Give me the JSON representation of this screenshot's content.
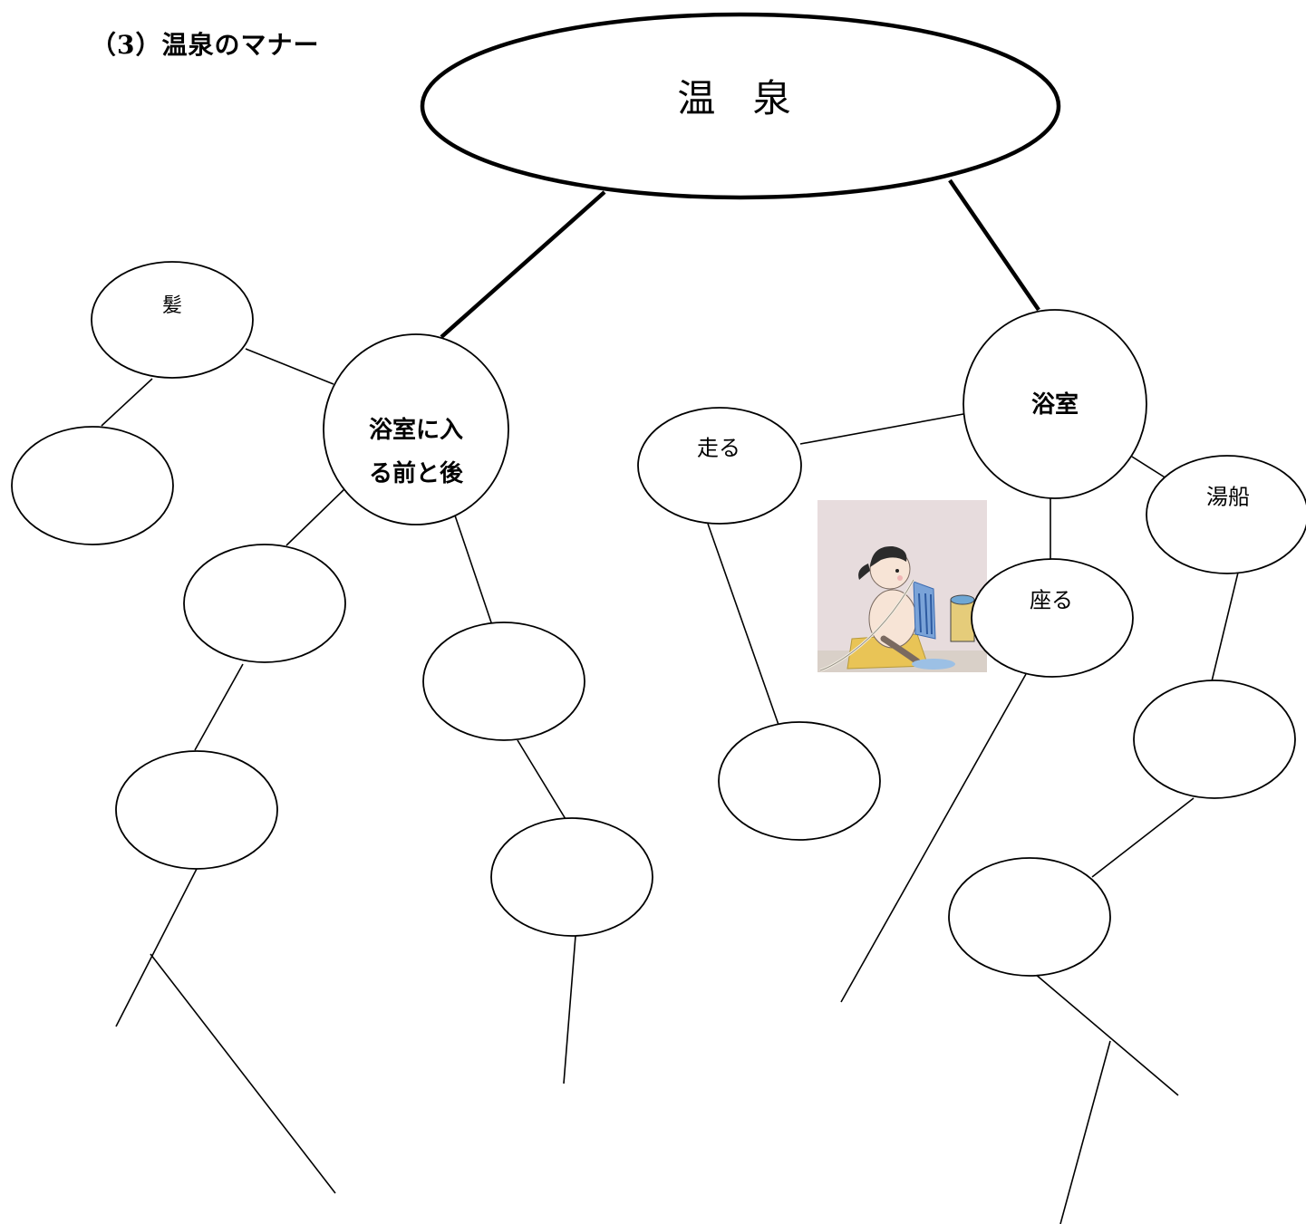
{
  "heading": "（3）温泉のマナー",
  "nodes": {
    "root": "温 泉",
    "before_after_line1": "浴室に入",
    "before_after_line2": "る前と後",
    "hair": "髪",
    "bathroom": "浴室",
    "run": "走る",
    "sit": "座る",
    "bathtub": "湯船"
  },
  "colors": {
    "line": "#000000",
    "node_fill": "#ffffff"
  },
  "illustration": {
    "icon": "child-washing-with-shower-illustration"
  }
}
